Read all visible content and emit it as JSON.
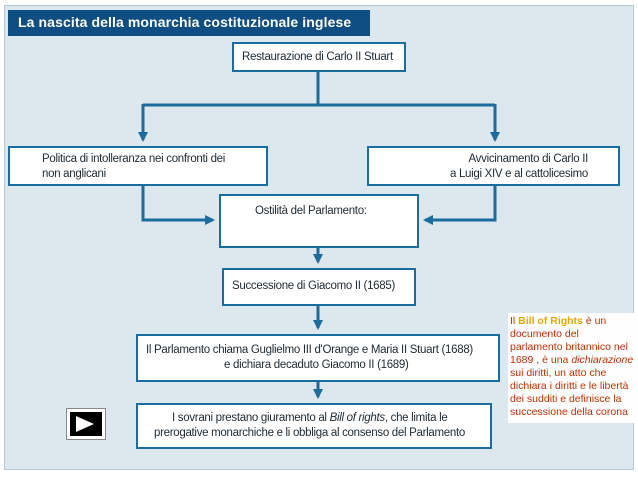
{
  "diagram": {
    "title": "La nascita della monarchia costituzionale inglese",
    "nodes": {
      "restaurazione": "Restaurazione di Carlo II Stuart",
      "politica": "Politica di intolleranza nei confronti dei\nnon anglicani",
      "avvicinamento": "Avvicinamento di Carlo II\na Luigi XIV e al cattolicesimo",
      "ostilita": "Ostilità del Parlamento:",
      "successione": "Successione di Giacomo II (1685)",
      "parlamento_line1": "Il Parlamento chiama Guglielmo III d'Orange e Maria II Stuart (1688)",
      "parlamento_line2": "e dichiara decaduto Giacomo II (1689)",
      "sovrani_line1_a": "I sovrani prestano giuramento al ",
      "sovrani_line1_italic": "Bill of rights",
      "sovrani_line1_b": ", che limita le",
      "sovrani_line2": "prerogative monarchiche e li obbliga al consenso del Parlamento"
    }
  },
  "side_note": {
    "intro": "Il ",
    "highlight": "Bill of Rights",
    "text1": " è un documento del parlamento britannico nel 1689 , è una ",
    "italic": "dichiarazione",
    "text2": " sui diritti, un atto che dichiara i diritti e le libertà dei sudditi e definisce la successione della corona"
  },
  "colors": {
    "title_bar": "#0f4e82",
    "arrow": "#1a6d9c",
    "background": "#dde7ee",
    "note_text": "#c03000",
    "note_highlight": "#e3a800"
  },
  "nav_button": {
    "icon": "play-next-icon"
  }
}
